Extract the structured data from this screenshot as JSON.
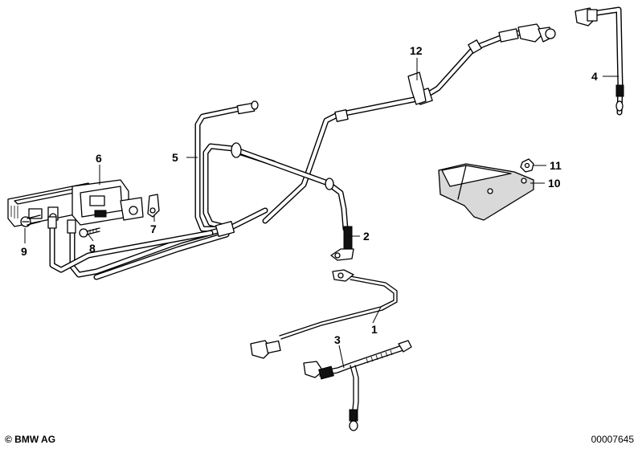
{
  "callouts": {
    "c1": "1",
    "c2": "2",
    "c3": "3",
    "c4": "4",
    "c5": "5",
    "c6": "6",
    "c7": "7",
    "c8": "8",
    "c9": "9",
    "c10": "10",
    "c11": "11",
    "c12": "12"
  },
  "footer": {
    "copyright": "© BMW AG",
    "diagram_id": "00007645"
  }
}
